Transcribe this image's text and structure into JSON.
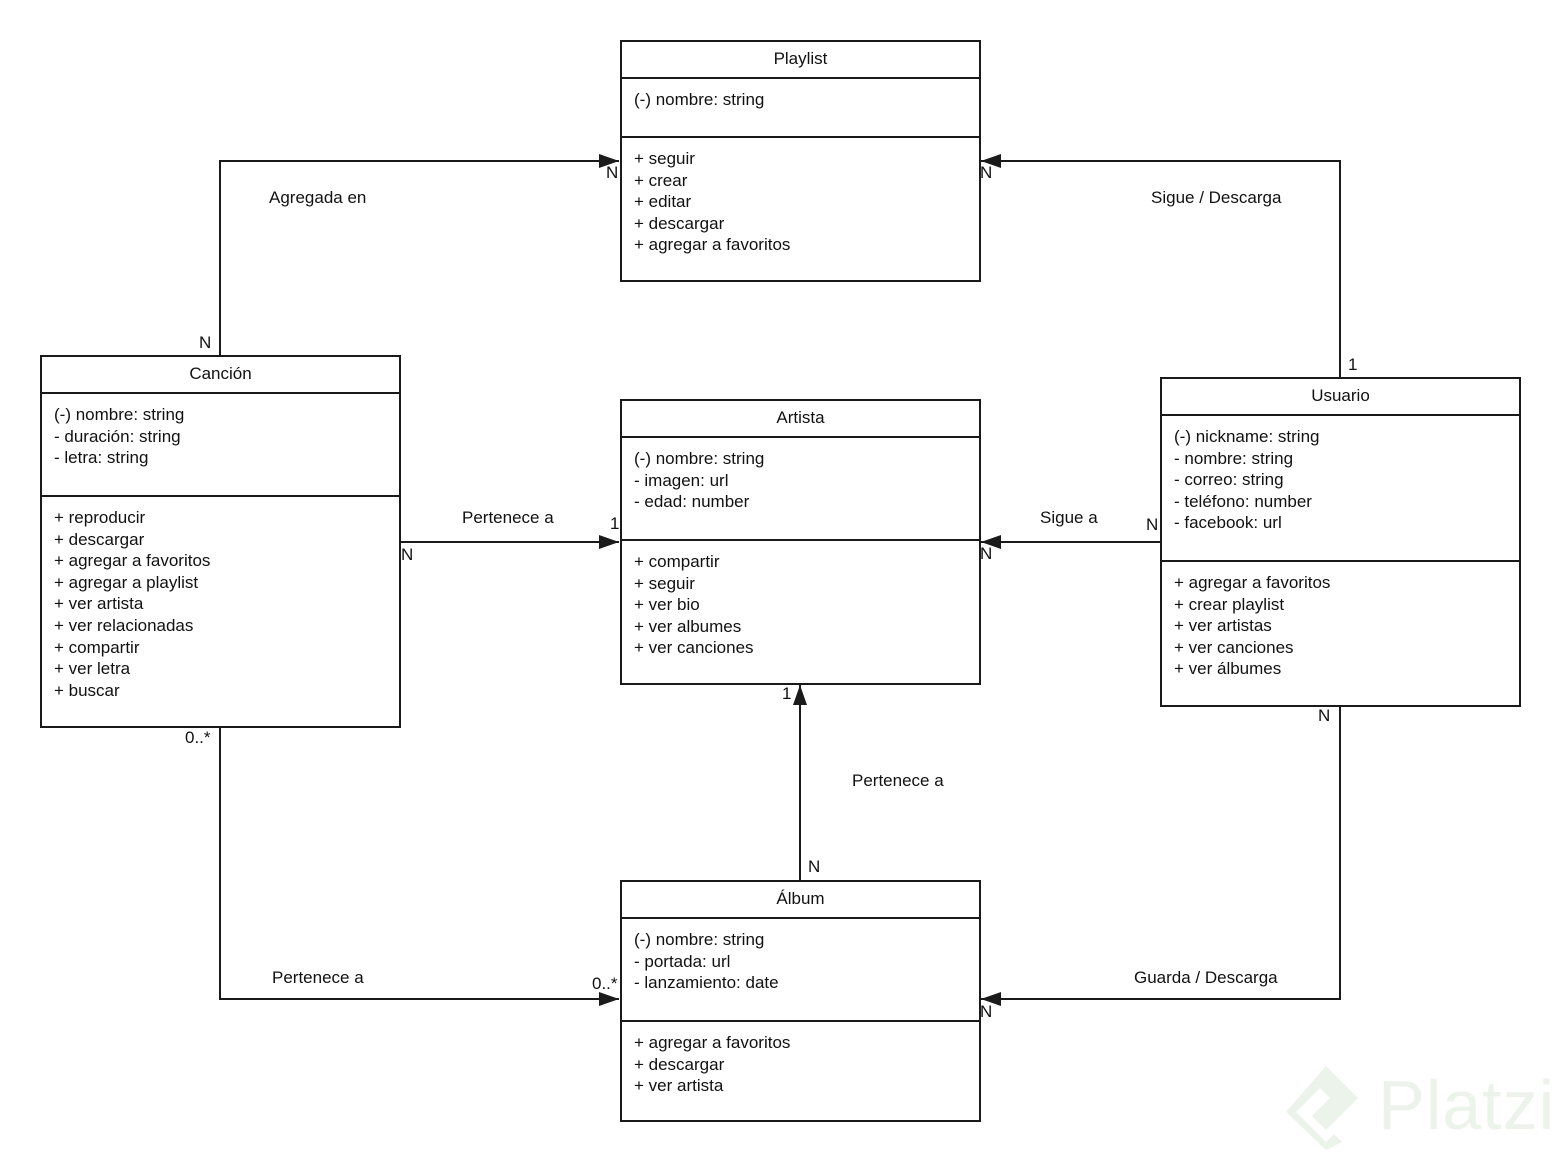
{
  "classes": {
    "playlist": {
      "name": "Playlist",
      "attributes": [
        "(-) nombre: string"
      ],
      "operations": [
        "+ seguir",
        "+ crear",
        "+ editar",
        "+ descargar",
        "+ agregar a favoritos"
      ]
    },
    "cancion": {
      "name": "Canción",
      "attributes": [
        "(-) nombre: string",
        "- duración: string",
        "- letra: string"
      ],
      "operations": [
        "+ reproducir",
        "+ descargar",
        "+ agregar a favoritos",
        "+ agregar a playlist",
        "+ ver artista",
        "+ ver relacionadas",
        "+ compartir",
        "+ ver letra",
        "+ buscar"
      ]
    },
    "artista": {
      "name": "Artista",
      "attributes": [
        "(-) nombre: string",
        "- imagen: url",
        "- edad: number"
      ],
      "operations": [
        "+ compartir",
        "+ seguir",
        "+ ver bio",
        "+ ver albumes",
        "+ ver canciones"
      ]
    },
    "usuario": {
      "name": "Usuario",
      "attributes": [
        "(-) nickname: string",
        "- nombre: string",
        "- correo: string",
        "- teléfono: number",
        "- facebook: url"
      ],
      "operations": [
        "+ agregar a favoritos",
        "+ crear playlist",
        "+ ver artistas",
        "+ ver canciones",
        "+ ver álbumes"
      ]
    },
    "album": {
      "name": "Álbum",
      "attributes": [
        "(-) nombre: string",
        "- portada: url",
        "- lanzamiento: date"
      ],
      "operations": [
        "+ agregar a favoritos",
        "+ descargar",
        "+ ver artista"
      ]
    }
  },
  "relations": {
    "agregada_en": {
      "label": "Agregada en",
      "from_mult": "N",
      "to_mult": "N"
    },
    "sigue_descarga": {
      "label": "Sigue / Descarga",
      "from_mult": "1",
      "to_mult": "N"
    },
    "cancion_artista": {
      "label": "Pertenece a",
      "from_mult": "N",
      "to_mult": "1"
    },
    "sigue_a": {
      "label": "Sigue a",
      "from_mult": "N",
      "to_mult": "N"
    },
    "album_artista": {
      "label": "Pertenece a",
      "from_mult": "N",
      "to_mult": "1"
    },
    "cancion_album": {
      "label": "Pertenece a",
      "from_mult": "0..*",
      "to_mult": "0..*"
    },
    "guarda_descarga": {
      "label": "Guarda / Descarga",
      "from_mult": "N",
      "to_mult": "N"
    }
  },
  "watermark": {
    "text": "Platzi",
    "icon": "platzi-logo-icon",
    "color": "#ecf3ea"
  },
  "colors": {
    "line": "#1a1a1a",
    "background": "#ffffff"
  }
}
